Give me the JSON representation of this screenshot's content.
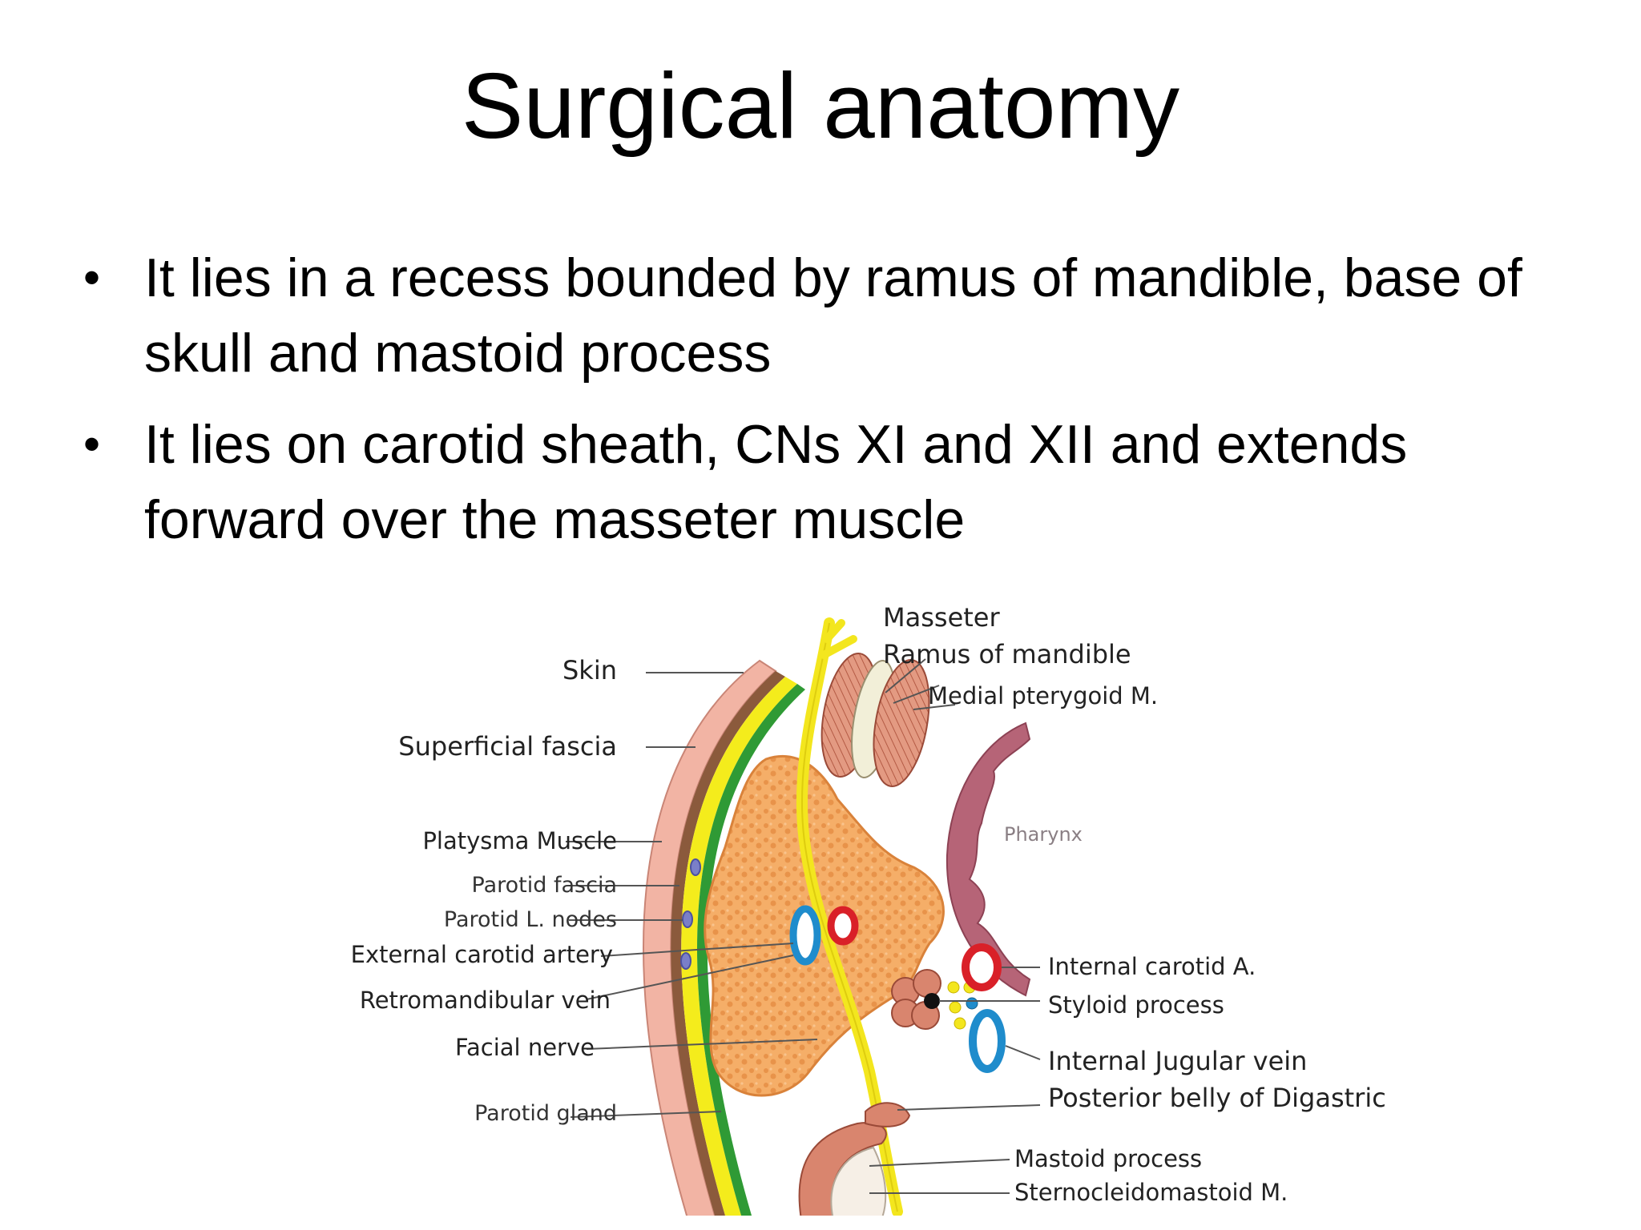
{
  "slide": {
    "title": "Surgical anatomy",
    "bullets": [
      "It lies in a recess bounded by ramus of mandible, base of skull and mastoid process",
      "It lies on carotid sheath, CNs XI and XII and extends forward over the masseter muscle"
    ]
  },
  "figure": {
    "left_labels": {
      "skin": "Skin",
      "superficial_fascia": "Superficial fascia",
      "platysma": "Platysma Muscle",
      "parotid_fascia": "Parotid fascia",
      "parotid_nodes": "Parotid L. nodes",
      "external_carotid": "External carotid artery",
      "retromandibular": "Retromandibular vein",
      "facial_nerve": "Facial nerve",
      "parotid_gland": "Parotid gland"
    },
    "right_labels": {
      "masseter": "Masseter",
      "ramus": "Ramus of mandible",
      "medial_pterygoid": "Medial pterygoid M.",
      "pharynx": "Pharynx",
      "internal_carotid": "Internal carotid A.",
      "styloid": "Styloid process",
      "internal_jugular": "Internal Jugular vein",
      "digastric": "Posterior belly of Digastric",
      "mastoid": "Mastoid process",
      "scm": "Sternocleidomastoid M."
    },
    "colors": {
      "skin": "#f2b4a4",
      "fascia_brown": "#8b5a3c",
      "fascia_yellow": "#f4ec1c",
      "fascia_green": "#2f9a35",
      "gland": "#f5ae68",
      "nerve": "#f3e61e",
      "muscle": "#d9856e",
      "pharynx": "#b66477",
      "artery": "#d92028",
      "vein": "#1f8ccc"
    }
  }
}
